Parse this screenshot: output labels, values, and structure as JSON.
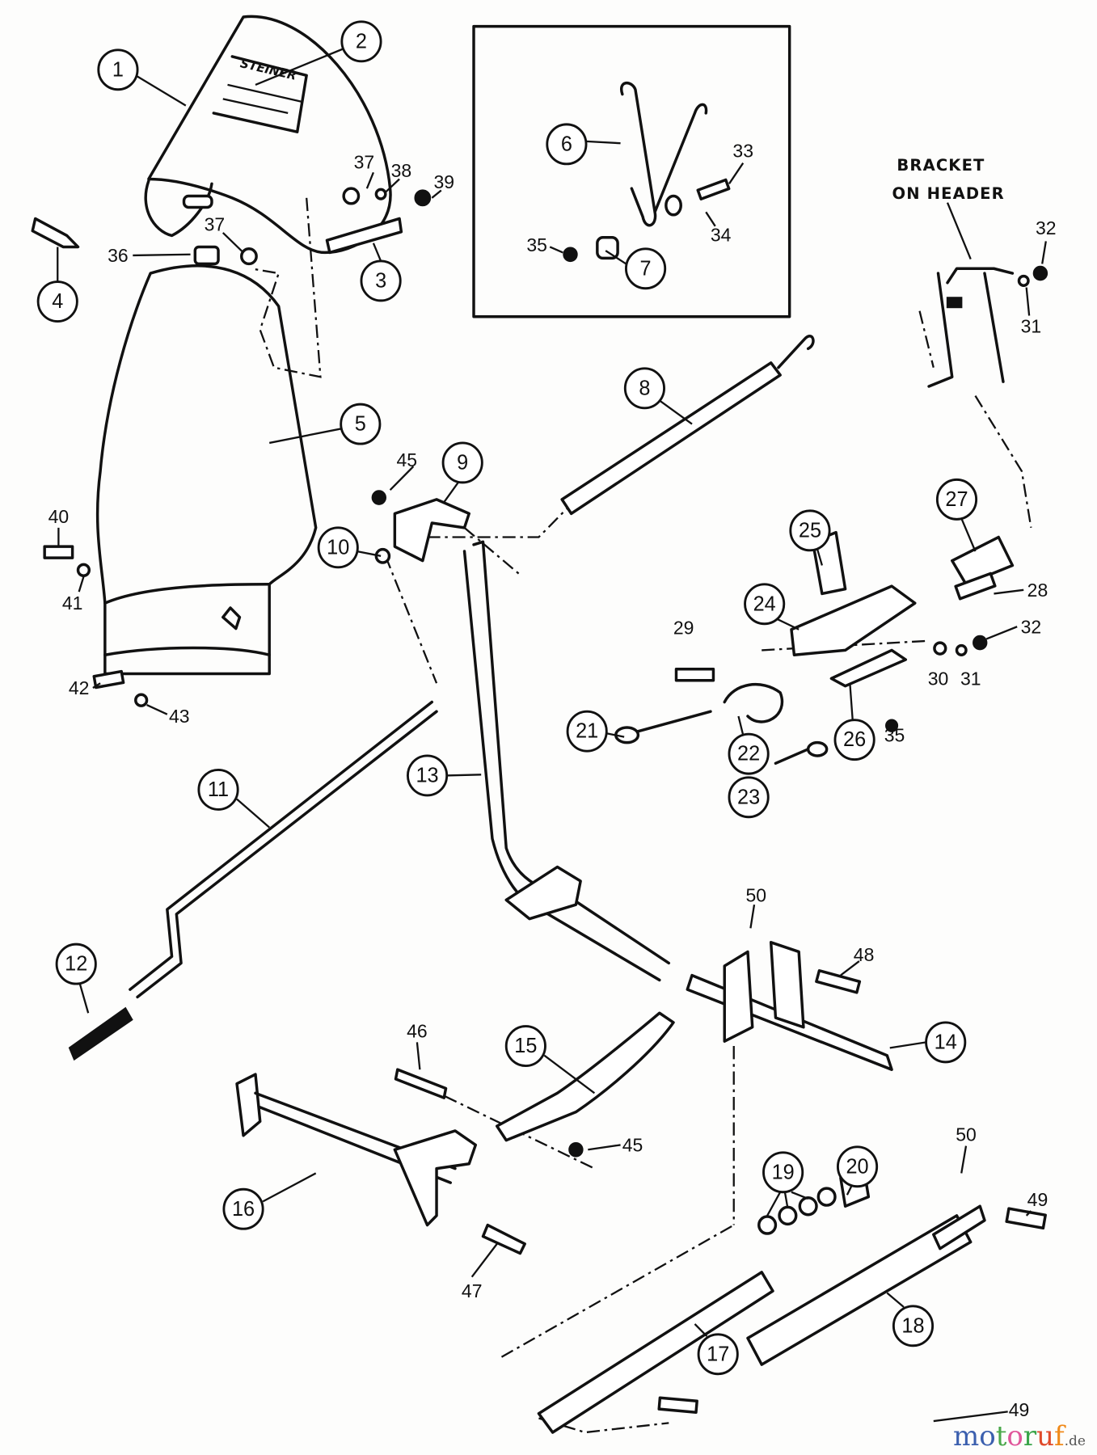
{
  "diagram": {
    "callouts": [
      "1",
      "2",
      "3",
      "4",
      "5",
      "6",
      "7",
      "8",
      "9",
      "10",
      "11",
      "12",
      "13",
      "14",
      "15",
      "16",
      "17",
      "18",
      "19",
      "20",
      "21",
      "22",
      "23",
      "24",
      "25",
      "26",
      "27"
    ],
    "hardware_labels": {
      "n37a": "37",
      "n38": "38",
      "n39": "39",
      "n37b": "37",
      "n36": "36",
      "n33": "33",
      "n34": "34",
      "n35a": "35",
      "n32a": "32",
      "n31a": "31",
      "n45a": "45",
      "n40": "40",
      "n41": "41",
      "n42": "42",
      "n43": "43",
      "n29": "29",
      "n28": "28",
      "n32b": "32",
      "n30": "30",
      "n31b": "31",
      "n35b": "35",
      "n50a": "50",
      "n48": "48",
      "n46": "46",
      "n45b": "45",
      "n47": "47",
      "n50b": "50",
      "n49a": "49",
      "n49b": "49"
    },
    "bracket_note": {
      "line1": "BRACKET",
      "line2": "ON HEADER"
    },
    "decal_text": "STEINER"
  },
  "watermark": {
    "name": "motoruf",
    "tld": ".de",
    "colors": [
      "#3b5fae",
      "#3b5fae",
      "#4aa84a",
      "#e0559a",
      "#3aa54a",
      "#e04a2a",
      "#f08a1a",
      "#f3c21a"
    ]
  }
}
